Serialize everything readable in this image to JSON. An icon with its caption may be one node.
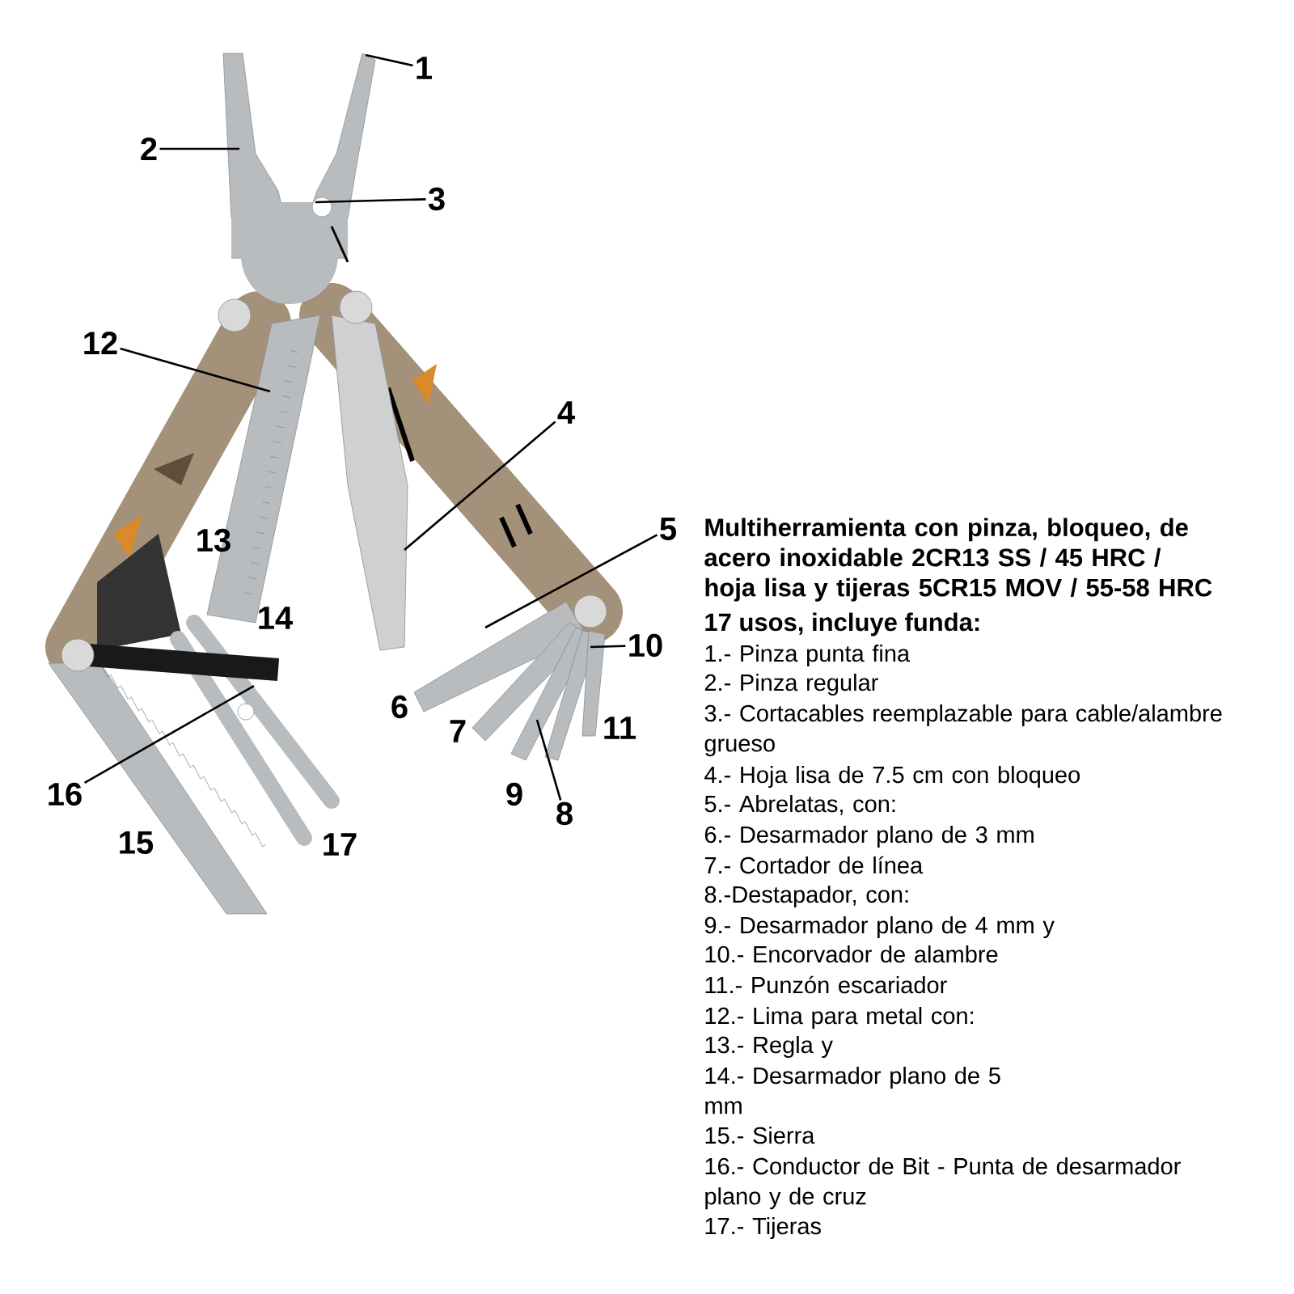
{
  "diagram": {
    "title": "Multiherramienta con pinza, bloqueo, de acero inoxidable 2CR13 SS / 45 HRC / hoja lisa y tijeras 5CR15 MOV / 55-58 HRC",
    "caption": "17 usos, incluye funda:",
    "nodes": [
      {
        "text": [
          "1"
        ]
      },
      {
        "text": [
          "2"
        ]
      },
      {
        "text": [
          "3"
        ]
      },
      {
        "text": [
          "12"
        ]
      },
      {
        "text": [
          "4"
        ]
      },
      {
        "text": [
          "5"
        ]
      },
      {
        "text": [
          "10"
        ]
      },
      {
        "text": [
          "16"
        ]
      },
      {
        "text": [
          "8"
        ]
      }
    ],
    "edges": [
      {
        "from": 0,
        "to": null,
        "arrow": "none"
      },
      {
        "from": 1,
        "to": null,
        "arrow": "none"
      },
      {
        "from": 2,
        "to": null,
        "arrow": "none"
      },
      {
        "from": 3,
        "to": null,
        "arrow": "none"
      },
      {
        "from": 4,
        "to": null,
        "arrow": "none"
      },
      {
        "from": 5,
        "to": null,
        "arrow": "none"
      },
      {
        "from": 6,
        "to": null,
        "arrow": "none"
      },
      {
        "from": 7,
        "to": null,
        "arrow": "none"
      },
      {
        "from": 8,
        "to": null,
        "arrow": "none"
      }
    ],
    "labels": [
      "13",
      "14",
      "6",
      "11",
      "7",
      "9",
      "15",
      "17",
      "1.- Pinza punta fina",
      "2.- Pinza regular",
      "3.- Cortacables reemplazable para cable/alambre grueso",
      "4.- Hoja lisa de 7.5 cm con bloqueo",
      "5.- Abrelatas, con:",
      "6.- Desarmador plano de 3 mm",
      "7.- Cortador de línea",
      "8.-Destapador, con:",
      "9.- Desarmador plano de 4 mm y",
      "10.- Encorvador de alambre",
      "11.- Punzón escariador",
      "12.- Lima para metal con:",
      "13.- Regla y",
      "14.- Desarmador plano de 5 mm",
      "15.- Sierra",
      "16.- Conductor de Bit - Punta de desarmador plano y de cruz",
      "17.- Tijeras"
    ]
  }
}
